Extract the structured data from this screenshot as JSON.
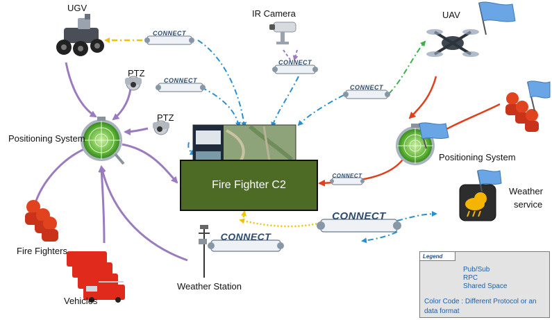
{
  "nodes": {
    "ugv": "UGV",
    "ir_camera": "IR Camera",
    "uav": "UAV",
    "ptz_top": "PTZ",
    "ptz_mid": "PTZ",
    "positioning_left": "Positioning System",
    "positioning_right": "Positioning System",
    "c2": "Fire Fighter C2",
    "weather_service_line1": "Weather",
    "weather_service_line2": "service",
    "fire_fighters": "Fire Fighters",
    "vehicles": "Vehicles",
    "weather_station": "Weather Station"
  },
  "connector_text": "CONNECT",
  "legend": {
    "title": "Legend",
    "pub_sub": "Pub/Sub",
    "rpc": "RPC",
    "shared_space": "Shared Space",
    "color_code_line1": "Color Code : Different Protocol or an",
    "color_code_line2": "data format"
  },
  "colors": {
    "blue": "#2a8fd0",
    "green": "#3bb14a",
    "yellow": "#f2c200",
    "purple": "#9b7bbf",
    "red": "#e0401c",
    "c2_fill": "#4e6b26",
    "legend_bg": "#e3e3e3"
  },
  "icons": [
    "ugv-robot-icon",
    "ir-camera-icon",
    "uav-drone-icon",
    "ptz-camera-icon",
    "radar-icon",
    "flag-icon",
    "firefighter-icon",
    "fire-truck-icon",
    "weather-icon",
    "weather-station-icon",
    "map-screenshot-icon"
  ]
}
